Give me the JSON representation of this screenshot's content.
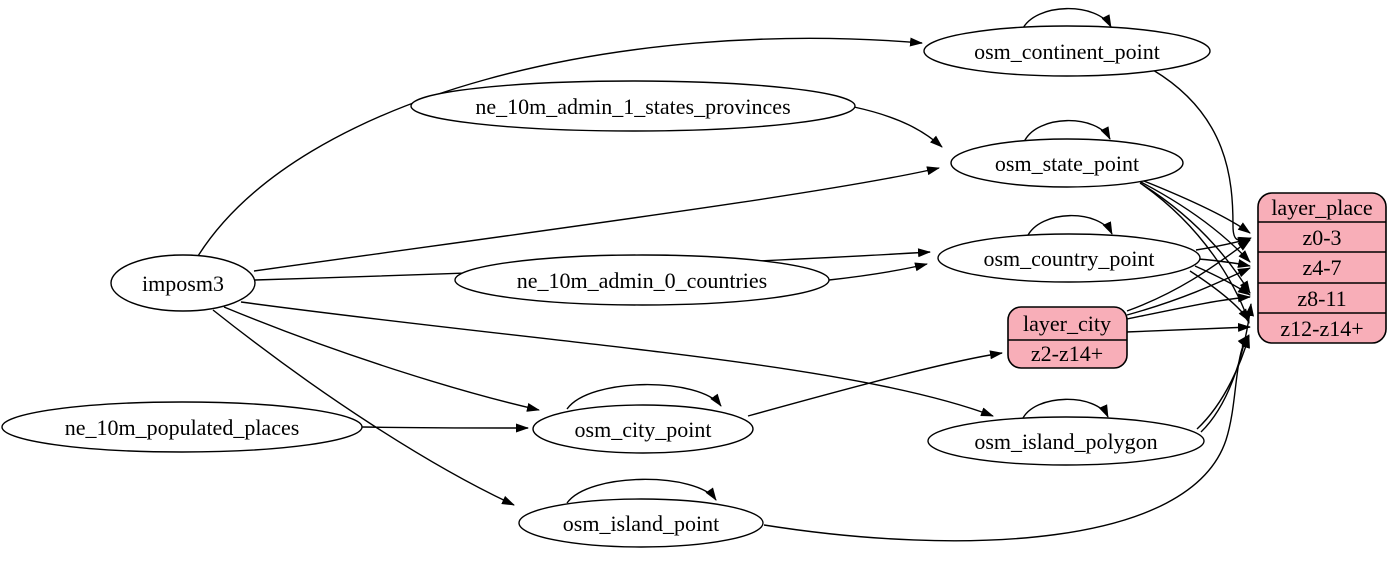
{
  "diagram": {
    "type": "etl-graph",
    "colors": {
      "background": "#ffffff",
      "table_node_fill": "#ffffff",
      "layer_record_fill": "#f8aeb8",
      "edge_stroke": "#000000",
      "text": "#000000"
    },
    "nodes": {
      "imposm3": "imposm3",
      "ne_states": "ne_10m_admin_1_states_provinces",
      "ne_countries": "ne_10m_admin_0_countries",
      "ne_places": "ne_10m_populated_places",
      "continent": "osm_continent_point",
      "state": "osm_state_point",
      "country": "osm_country_point",
      "city": "osm_city_point",
      "island_polygon": "osm_island_polygon",
      "island_point": "osm_island_point"
    },
    "records": {
      "layer_city": {
        "title": "layer_city",
        "rows": [
          "z2-z14+"
        ]
      },
      "layer_place": {
        "title": "layer_place",
        "rows": [
          "z0-3",
          "z4-7",
          "z8-11",
          "z12-z14+"
        ]
      }
    },
    "edges": [
      {
        "from": "imposm3",
        "to": "osm_continent_point"
      },
      {
        "from": "imposm3",
        "to": "osm_state_point"
      },
      {
        "from": "imposm3",
        "to": "osm_country_point"
      },
      {
        "from": "imposm3",
        "to": "osm_city_point"
      },
      {
        "from": "imposm3",
        "to": "osm_island_polygon"
      },
      {
        "from": "imposm3",
        "to": "osm_island_point"
      },
      {
        "from": "ne_10m_admin_1_states_provinces",
        "to": "osm_state_point"
      },
      {
        "from": "ne_10m_admin_0_countries",
        "to": "osm_country_point"
      },
      {
        "from": "ne_10m_populated_places",
        "to": "osm_city_point"
      },
      {
        "from": "osm_continent_point",
        "to": "osm_continent_point",
        "self_loop": true
      },
      {
        "from": "osm_state_point",
        "to": "osm_state_point",
        "self_loop": true
      },
      {
        "from": "osm_country_point",
        "to": "osm_country_point",
        "self_loop": true
      },
      {
        "from": "osm_city_point",
        "to": "osm_city_point",
        "self_loop": true
      },
      {
        "from": "osm_island_polygon",
        "to": "osm_island_polygon",
        "self_loop": true
      },
      {
        "from": "osm_island_point",
        "to": "osm_island_point",
        "self_loop": true
      },
      {
        "from": "osm_continent_point",
        "to": "layer_place",
        "to_row": "z0-3"
      },
      {
        "from": "osm_state_point",
        "to": "layer_place",
        "to_row": "z0-3"
      },
      {
        "from": "osm_state_point",
        "to": "layer_place",
        "to_row": "z4-7"
      },
      {
        "from": "osm_state_point",
        "to": "layer_place",
        "to_row": "z8-11"
      },
      {
        "from": "osm_state_point",
        "to": "layer_place",
        "to_row": "z12-z14+"
      },
      {
        "from": "osm_country_point",
        "to": "layer_place",
        "to_row": "z0-3"
      },
      {
        "from": "osm_country_point",
        "to": "layer_place",
        "to_row": "z4-7"
      },
      {
        "from": "osm_country_point",
        "to": "layer_place",
        "to_row": "z8-11"
      },
      {
        "from": "osm_country_point",
        "to": "layer_place",
        "to_row": "z12-z14+"
      },
      {
        "from": "osm_city_point",
        "to": "layer_city",
        "to_row": "z2-z14+"
      },
      {
        "from": "layer_city",
        "to": "layer_place",
        "to_row": "z0-3"
      },
      {
        "from": "layer_city",
        "to": "layer_place",
        "to_row": "z4-7"
      },
      {
        "from": "layer_city",
        "to": "layer_place",
        "to_row": "z8-11"
      },
      {
        "from": "layer_city",
        "to": "layer_place",
        "to_row": "z12-z14+"
      },
      {
        "from": "osm_island_polygon",
        "to": "layer_place",
        "to_row": "z8-11"
      },
      {
        "from": "osm_island_polygon",
        "to": "layer_place",
        "to_row": "z12-z14+"
      },
      {
        "from": "osm_island_point",
        "to": "layer_place",
        "to_row": "z12-z14+"
      }
    ]
  }
}
